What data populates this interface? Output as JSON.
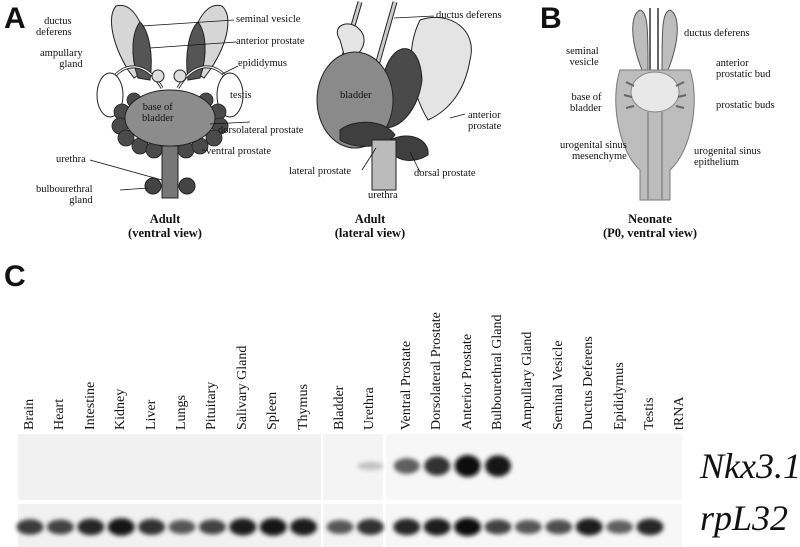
{
  "panels": {
    "A": {
      "letter": "A",
      "ventral": {
        "caption_line1": "Adult",
        "caption_line2": "(ventral view)",
        "labels": {
          "ductus_deferens": "ductus\ndeferens",
          "ampullary_gland": "ampullary\ngland",
          "seminal_vesicle": "seminal vesicle",
          "anterior_prostate": "anterior prostate",
          "epididymus": "epididymus",
          "testis": "testis",
          "base_of_bladder": "base of\nbladder",
          "dorsolateral_prostate": "dorsolateral prostate",
          "ventral_prostate": "ventral prostate",
          "urethra": "urethra",
          "bulbourethral_gland": "bulbourethral\ngland"
        }
      },
      "lateral": {
        "caption_line1": "Adult",
        "caption_line2": "(lateral view)",
        "labels": {
          "ductus_deferens": "ductus deferens",
          "bladder": "bladder",
          "anterior_prostate": "anterior\nprostate",
          "lateral_prostate": "lateral prostate",
          "dorsal_prostate": "dorsal prostate",
          "urethra": "urethra"
        }
      }
    },
    "B": {
      "letter": "B",
      "caption_line1": "Neonate",
      "caption_line2": "(P0, ventral view)",
      "labels": {
        "ductus_deferens": "ductus deferens",
        "seminal_vesicle": "seminal\nvesicle",
        "anterior_prostatic_bud": "anterior\nprostatic bud",
        "base_of_bladder": "base of\nbladder",
        "prostatic_buds": "prostatic buds",
        "ugs_mesenchyme": "urogenital sinus\nmesenchyme",
        "ugs_epithelium": "urogenital sinus\nepithelium"
      }
    },
    "C": {
      "letter": "C",
      "lanes": [
        "Brain",
        "Heart",
        "Intestine",
        "Kidney",
        "Liver",
        "Lungs",
        "Pituitary",
        "Salivary Gland",
        "Spleen",
        "Thymus",
        "Bladder",
        "Urethra",
        "Ventral Prostate",
        "Dorsolateral Prostate",
        "Anterior Prostate",
        "Bulbourethral Gland",
        "Ampullary Gland",
        "Seminal Vesicle",
        "Ductus Deferens",
        "Epididymus",
        "Testis",
        "tRNA"
      ],
      "genes": [
        "Nkx3.1",
        "rpL32"
      ],
      "nkx_intensity": [
        0,
        0,
        0,
        0,
        0,
        0,
        0,
        0,
        0,
        0,
        0,
        0.03,
        0.55,
        0.8,
        1.0,
        0.95,
        0,
        0,
        0,
        0,
        0,
        0
      ],
      "rpl32_intensity": [
        0.75,
        0.7,
        0.85,
        0.95,
        0.8,
        0.6,
        0.7,
        0.9,
        0.95,
        0.9,
        0.6,
        0.8,
        0.85,
        0.9,
        1.0,
        0.7,
        0.6,
        0.65,
        0.9,
        0.55,
        0.85,
        0
      ]
    }
  }
}
